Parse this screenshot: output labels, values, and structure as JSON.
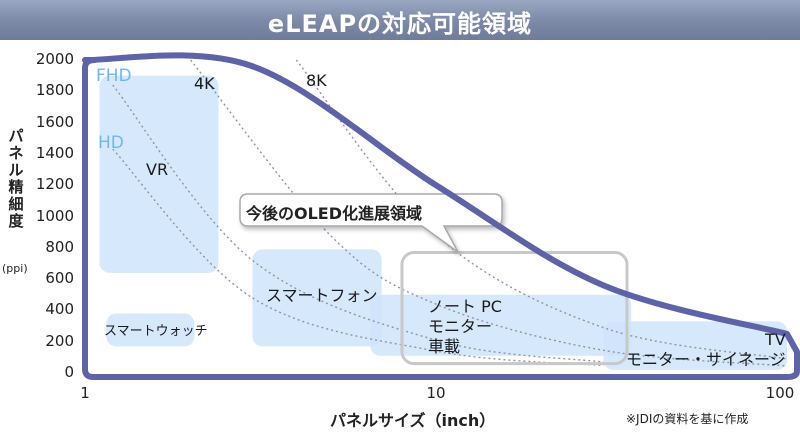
{
  "chart_data": {
    "type": "area",
    "title": "eLEAPの対応可能領域",
    "xlabel": "パネルサイズ（inch）",
    "ylabel": "パネル精細度",
    "ylabel_unit": "(ppi)",
    "x_scale": "log",
    "xlim": [
      1,
      100
    ],
    "ylim": [
      0,
      2000
    ],
    "x_ticks": [
      "1",
      "10",
      "100"
    ],
    "y_ticks": [
      "0",
      "200",
      "400",
      "600",
      "800",
      "1000",
      "1200",
      "1400",
      "1600",
      "1800",
      "2000"
    ],
    "regions": [
      {
        "label": "VR",
        "x": [
          1.1,
          2.4
        ],
        "y": [
          640,
          1900
        ]
      },
      {
        "label": "スマートウォッチ",
        "x": [
          1.15,
          2.05
        ],
        "y": [
          170,
          380
        ]
      },
      {
        "label": "スマートフォン",
        "x": [
          3.0,
          7.0
        ],
        "y": [
          170,
          790
        ]
      },
      {
        "label": "ノート PC\nモニター\n車載",
        "x": [
          6.5,
          36
        ],
        "y": [
          110,
          500
        ]
      },
      {
        "label": "TV\nモニター・サイネージ",
        "x": [
          30,
          100
        ],
        "y": [
          20,
          330
        ]
      }
    ],
    "resolution_curves": [
      {
        "label": "FHD",
        "points": [
          [
            1.2,
            1840
          ],
          [
            3,
            720
          ],
          [
            10,
            210
          ],
          [
            30,
            70
          ]
        ]
      },
      {
        "label": "HD",
        "points": [
          [
            1.2,
            1430
          ],
          [
            3,
            480
          ],
          [
            10,
            140
          ],
          [
            30,
            48
          ]
        ]
      },
      {
        "label": "4K",
        "points": [
          [
            2,
            2000
          ],
          [
            5,
            880
          ],
          [
            10,
            440
          ],
          [
            30,
            145
          ],
          [
            100,
            45
          ]
        ]
      },
      {
        "label": "8K",
        "points": [
          [
            4,
            2000
          ],
          [
            10,
            880
          ],
          [
            30,
            290
          ],
          [
            100,
            90
          ]
        ]
      }
    ],
    "eleap_boundary": [
      [
        1,
        2000
      ],
      [
        3,
        1960
      ],
      [
        10,
        1200
      ],
      [
        30,
        560
      ],
      [
        100,
        250
      ]
    ],
    "eleap_boundary_label": "今後のOLED化進展領域",
    "callout_box": {
      "x": [
        8,
        35
      ],
      "y": [
        60,
        770
      ]
    },
    "note": "※JDIの資料を基に作成"
  },
  "colors": {
    "title_bar": "#7b88a6",
    "boundary": "#5e62a6",
    "region_fill": "#cfe4fb",
    "resolution_label": "#6fb8ee",
    "callout_border": "#c8c8c8"
  }
}
